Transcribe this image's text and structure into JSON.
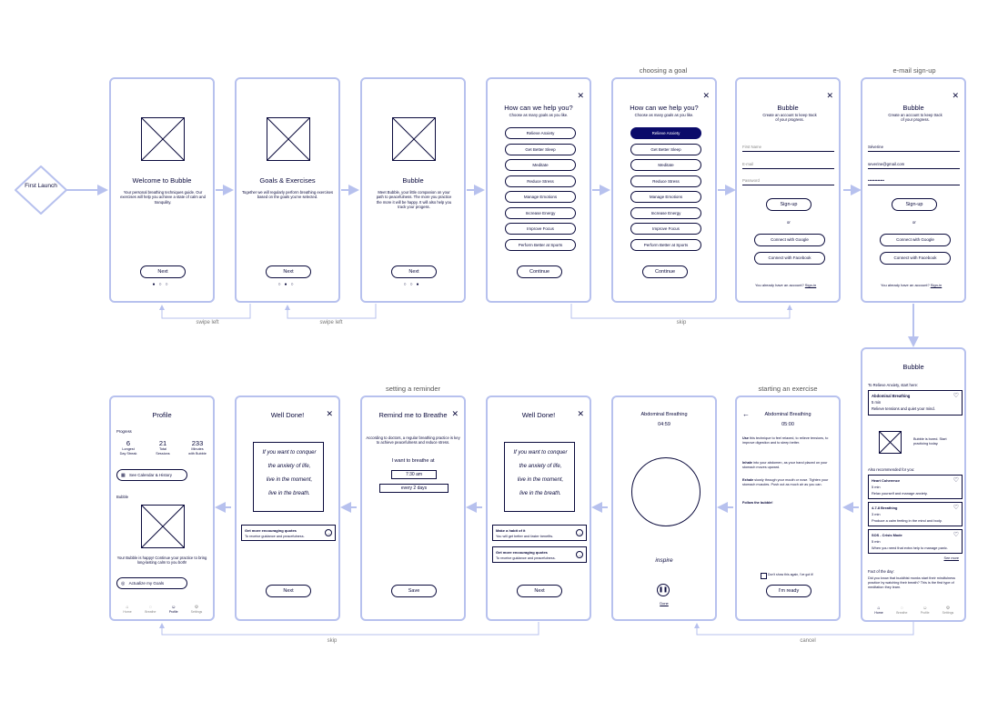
{
  "labels": {
    "choosing_goal": "choosing a goal",
    "email_signup": "e-mail sign-up",
    "setting_reminder": "setting a reminder",
    "starting_exercise": "starting an exercise",
    "first_launch": "First Launch",
    "swipe_left": "swipe left",
    "skip": "skip",
    "cancel": "cancel"
  },
  "welcome": {
    "title": "Welcome to Bubble",
    "text": "Your personal breathing techniques guide. Our exercises will help you achieve a state of calm and tranquility.",
    "next": "Next"
  },
  "goals": {
    "title": "Goals & Exercises",
    "text": "Together we will regularly perform breathing exercises based on the goals you've selected.",
    "next": "Next"
  },
  "bubble_intro": {
    "title": "Bubble",
    "text": "Meet Bubble, your little companion on your path to peacefulness. The more you practice the more it will be happy. It will also help you track your progess.",
    "next": "Next"
  },
  "help": {
    "title": "How can we help you?",
    "sub": "Choose as many goals as you like.",
    "options": [
      "Relieve Anxiety",
      "Get Better Sleep",
      "Meditate",
      "Reduce Stress",
      "Manage Emotions",
      "Increase Energy",
      "Improve Focus",
      "Perform Better at Sports"
    ],
    "continue": "Continue"
  },
  "signup": {
    "title": "Bubble",
    "sub": "Create an account to keep track of your progress.",
    "first_name": "First Name",
    "email": "E-mail",
    "password": "Password",
    "name_value": "Séverine",
    "email_value": "severine@gmail.com",
    "password_value": "••••••••••••",
    "signup_btn": "Sign-up",
    "or": "or",
    "google": "Connect with Google",
    "facebook": "Connect with Facebook",
    "have_account": "You already have an account?",
    "sign_in": "Sign-in"
  },
  "home": {
    "title": "Bubble",
    "relieve": "To Relieve Anxiety, start here:",
    "main_title": "Abdominal Breathing",
    "main_time": "5 min",
    "main_desc": "Relieve tensions and quiet your mind.",
    "bored": "Bubble is bored. Start practicing today.",
    "also": "Also recommended for you:",
    "recs": [
      {
        "t": "Heart Coherence",
        "m": "5 min",
        "d": "Relax yourself and manage anxiety."
      },
      {
        "t": "4-7-8 Breathing",
        "m": "3 min",
        "d": "Produce a calm feeling in the mind and body."
      },
      {
        "t": "SOS - Crisis Mode",
        "m": "5 min",
        "d": "When you need that extra help to manage panic."
      }
    ],
    "see_more": "See more",
    "fact_label": "Fact of the day:",
    "fact": "Did you know that buddhist monks start their mindfulness practice by watching their breath? This is the first type of meditation they learn."
  },
  "nav": {
    "home": "Home",
    "breathe": "Breathe",
    "profile": "Profile",
    "settings": "Settings"
  },
  "exercise": {
    "title": "Abdominal Breathing",
    "time": "05:00",
    "p1_b": "Use",
    "p1": " this technique to feel relaxed, to relieve tensions, to improve digestion and to sleep better.",
    "p2_b": "Inhale",
    "p2": " into your abdomen, as your hand placed on your stomach moves upward.",
    "p3_b": "Exhale",
    "p3": " slowly through your mouth or nose. Tighten your stomach muscles. Push out as much air as you can.",
    "p4": "Follow the bubble!",
    "checkbox": "Don't show this again, I've got it!",
    "ready": "I'm ready"
  },
  "breathing": {
    "title": "Abdominal Breathing",
    "time": "04:59",
    "state": "inspire",
    "done": "Done"
  },
  "well_done": {
    "title": "Well Done!",
    "quote1": "If you want to conquer",
    "quote2": "the anxiety of life,",
    "quote3": "live in the moment,",
    "quote4": "live in the breath.",
    "habit_t": "Make a habit of it",
    "habit_d": "You will get better and faster benefits.",
    "enc_t": "Get more encouraging quotes",
    "enc_d": "To receive guidance and peacefulness.",
    "next": "Next"
  },
  "remind": {
    "title": "Remind me to Breathe",
    "text": "According to doctors, a regular breathing practice is key to achieve peacefulness and reduce stress.",
    "want": "I want to breathe at",
    "time": "7:30 am",
    "freq": "every 2 days",
    "save": "Save"
  },
  "profile": {
    "title": "Profile",
    "progress": "Progress",
    "stats": [
      {
        "v": "6",
        "l1": "Longest",
        "l2": "Day Streak"
      },
      {
        "v": "21",
        "l1": "Total",
        "l2": "Sessions"
      },
      {
        "v": "233",
        "l1": "Minutes",
        "l2": "with Bubble"
      }
    ],
    "calendar": "See Calendar & History",
    "bubble": "Bubble",
    "happy": "Your Bubble is happy! Continue your practice to bring long-lasting calm to you both!",
    "goals": "Actualize my Goals"
  }
}
